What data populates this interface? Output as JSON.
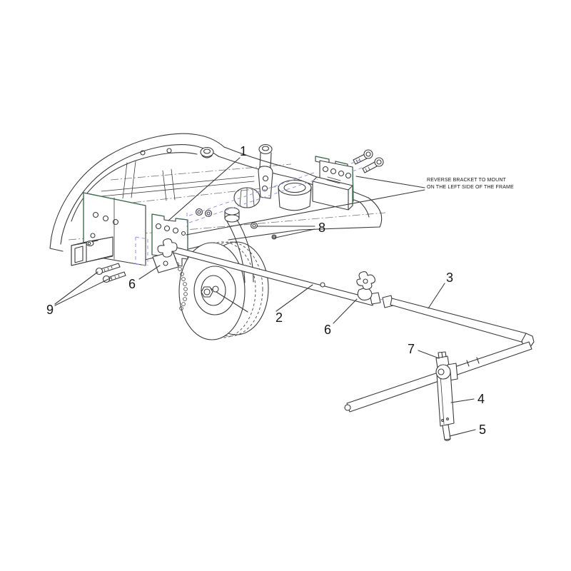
{
  "figure": {
    "type": "parts-installation-diagram",
    "note": {
      "line1": "REVERSE BRACKET TO MOUNT",
      "line2": "ON THE LEFT SIDE OF THE FRAME"
    },
    "callouts": [
      {
        "label": "1"
      },
      {
        "label": "2"
      },
      {
        "label": "3"
      },
      {
        "label": "4"
      },
      {
        "label": "5"
      },
      {
        "label": "6"
      },
      {
        "label": "6"
      },
      {
        "label": "7"
      },
      {
        "label": "8"
      },
      {
        "label": "9"
      }
    ],
    "colors": {
      "background": "#ffffff",
      "line": "#3b3b3b",
      "accent_green": "#3e6b4f",
      "phantom_blue": "#9296de",
      "text": "#161616"
    }
  }
}
